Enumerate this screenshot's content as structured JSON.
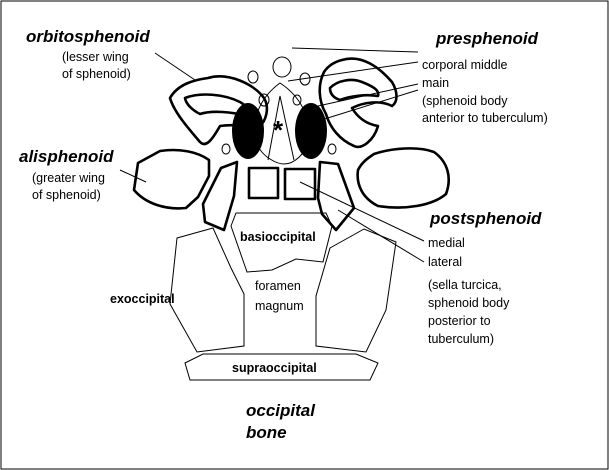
{
  "diagram": {
    "star": "*",
    "orbitosphenoid": {
      "title": "orbitosphenoid",
      "note1": "(lesser wing",
      "note2": "of sphenoid)"
    },
    "presphenoid": {
      "title": "presphenoid",
      "line1": "corporal middle",
      "line2": "main",
      "line3": "(sphenoid body",
      "line4": "anterior to tuberculum)"
    },
    "alisphenoid": {
      "title": "alisphenoid",
      "note1": "(greater wing",
      "note2": "of sphenoid)"
    },
    "postsphenoid": {
      "title": "postsphenoid",
      "line1": "medial",
      "line2": "lateral",
      "line3": "(sella turcica,",
      "line4": "sphenoid body",
      "line5": "posterior to",
      "line6": "tuberculum)"
    },
    "basioccipital": "basioccipital",
    "exoccipital": "exoccipital",
    "foramen1": "foramen",
    "foramen2": "magnum",
    "supraoccipital": "supraoccipital",
    "occipital1": "occipital",
    "occipital2": "bone"
  }
}
